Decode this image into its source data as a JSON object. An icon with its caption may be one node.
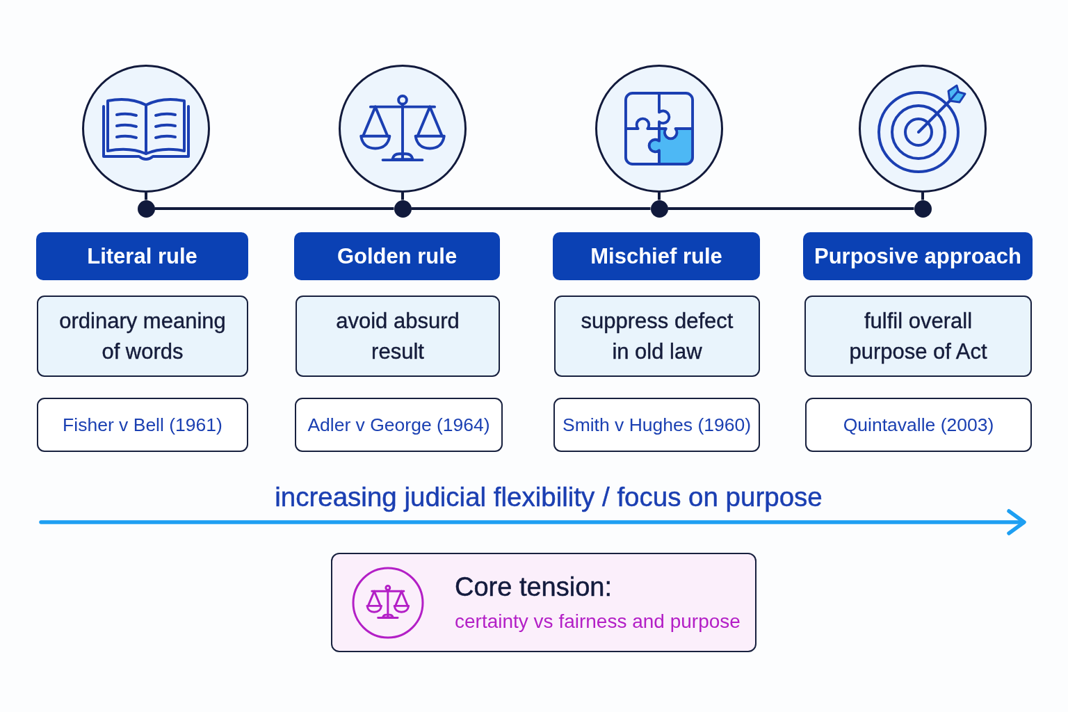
{
  "diagram": {
    "nodes": [
      {
        "text": [],
        "shape": "circle"
      },
      {
        "text": [],
        "shape": "circle"
      },
      {
        "text": [],
        "shape": "circle"
      },
      {
        "text": [],
        "shape": "circle"
      },
      {
        "text": [],
        "shape": "circle"
      },
      {
        "text": [],
        "shape": "circle"
      },
      {
        "text": [],
        "shape": "circle"
      },
      {
        "text": [],
        "shape": "circle"
      },
      {
        "text": [
          "Literal rule"
        ]
      },
      {
        "text": [
          "Golden rule"
        ]
      },
      {
        "text": [
          "Mischief rule"
        ]
      },
      {
        "text": [
          "Purposive approach"
        ]
      },
      {
        "text": [
          "ordinary meaning of words"
        ]
      },
      {
        "text": [
          "avoid absurd result"
        ]
      },
      {
        "text": [
          "suppress defect in old law"
        ]
      },
      {
        "text": [
          "fulfil overall purpose of Act"
        ]
      },
      {
        "text": [
          "Fisher v Bell (1961)"
        ]
      },
      {
        "text": [
          "Adler v George (1964)"
        ]
      },
      {
        "text": [
          "Smith v Hughes (1960)"
        ]
      },
      {
        "text": [
          "Quintavalle (2003)"
        ]
      },
      {
        "text": [
          "Core tension:",
          "certainty vs fairness and purpose"
        ]
      }
    ],
    "edges": [
      {
        "from": 0,
        "to": 4,
        "arrow": "none"
      },
      {
        "from": 1,
        "to": 5,
        "arrow": "none"
      },
      {
        "from": 2,
        "to": 6,
        "arrow": "none"
      },
      {
        "from": 3,
        "to": 7,
        "arrow": "none"
      },
      {
        "from": 4,
        "to": 5,
        "arrow": "none"
      },
      {
        "from": 5,
        "to": 6,
        "arrow": "none"
      },
      {
        "from": 6,
        "to": 7,
        "arrow": "none"
      }
    ],
    "labels": [
      "increasing judicial flexibility / focus on purpose"
    ]
  }
}
